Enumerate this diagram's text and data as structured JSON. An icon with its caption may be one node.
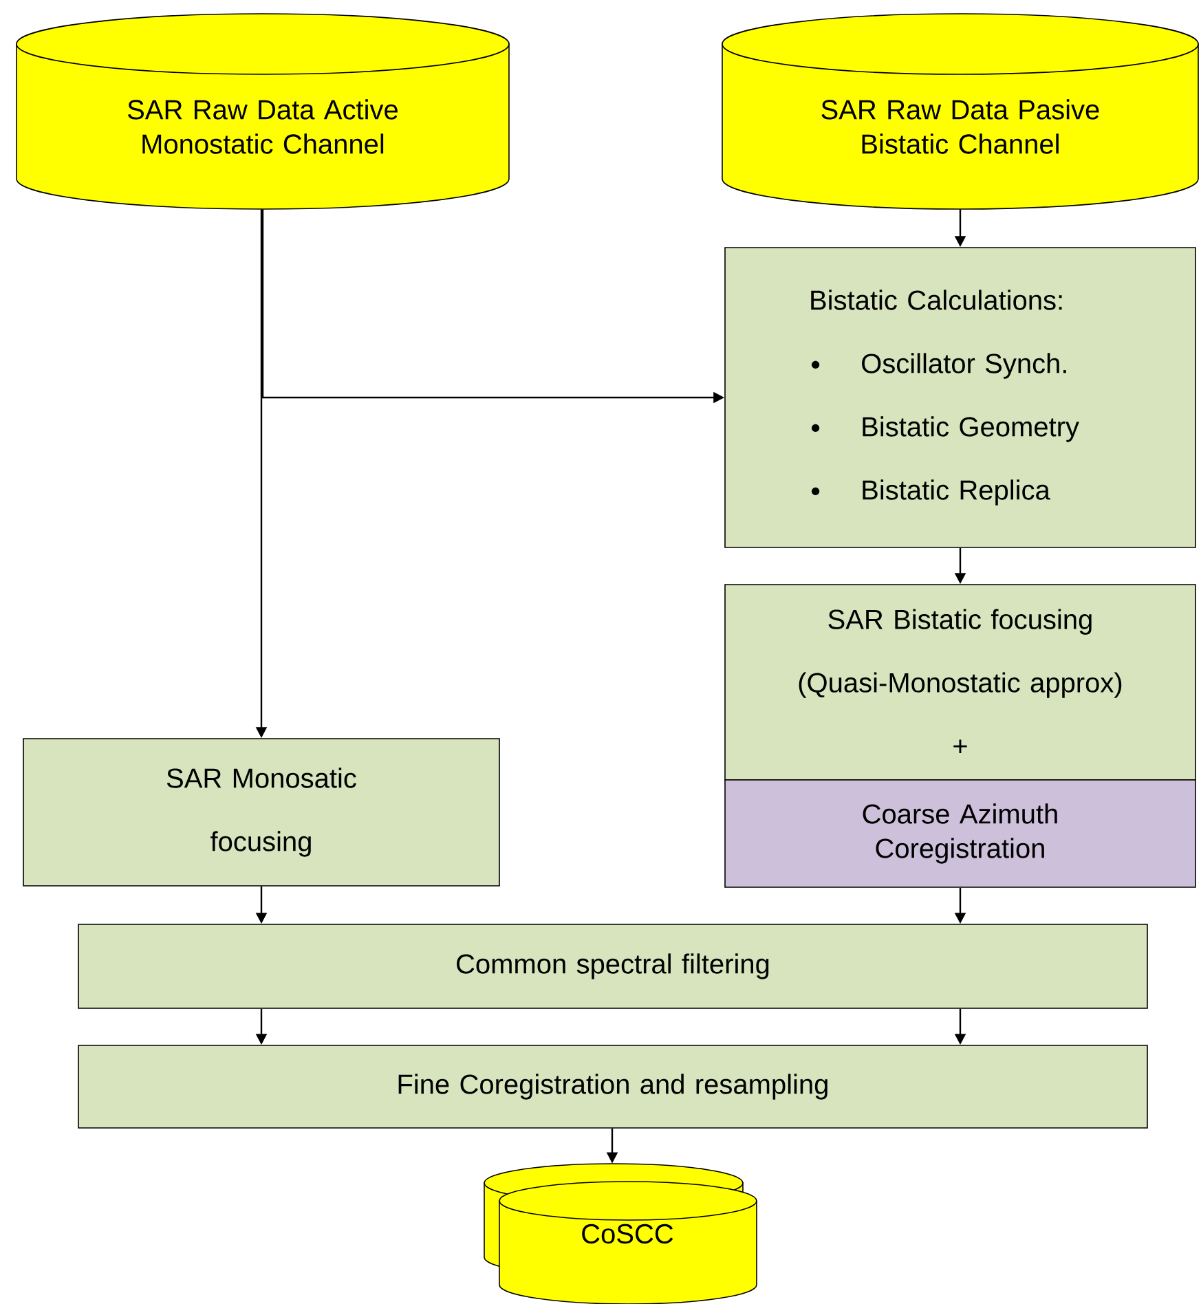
{
  "diagram": {
    "nodes": [
      {
        "text": [
          "SAR Raw Data Active Monostatic Channel"
        ]
      },
      {
        "text": [
          "SAR Raw Data Pasive Bistatic Channel"
        ]
      },
      {
        "text": [
          "Bistatic Calculations:",
          "Oscillator Synch.",
          "Bistatic Geometry",
          "Bistatic Replica"
        ]
      },
      {
        "text": [
          "SAR Bistatic focusing",
          "(Quasi-Monostatic approx)",
          "+"
        ]
      },
      {
        "text": [
          "Coarse Azimuth Coregistration"
        ]
      },
      {
        "text": [
          "SAR Monosatic focusing"
        ]
      },
      {
        "text": [
          "Common spectral filtering"
        ]
      },
      {
        "text": [
          "Fine Coregistration and resampling"
        ]
      },
      {
        "text": [
          "CoSCC"
        ]
      }
    ],
    "edges": [
      {
        "from": 0,
        "to": 2,
        "arrow": "to"
      },
      {
        "from": 0,
        "to": 5,
        "arrow": "to"
      },
      {
        "from": 1,
        "to": 2,
        "arrow": "to"
      },
      {
        "from": 2,
        "to": 3,
        "arrow": "to"
      },
      {
        "from": 5,
        "to": 6,
        "arrow": "to"
      },
      {
        "from": 4,
        "to": 6,
        "arrow": "to"
      },
      {
        "from": 6,
        "to": 7,
        "arrow": "to"
      },
      {
        "from": 6,
        "to": 7,
        "arrow": "to"
      },
      {
        "from": 7,
        "to": 8,
        "arrow": "to"
      }
    ]
  }
}
